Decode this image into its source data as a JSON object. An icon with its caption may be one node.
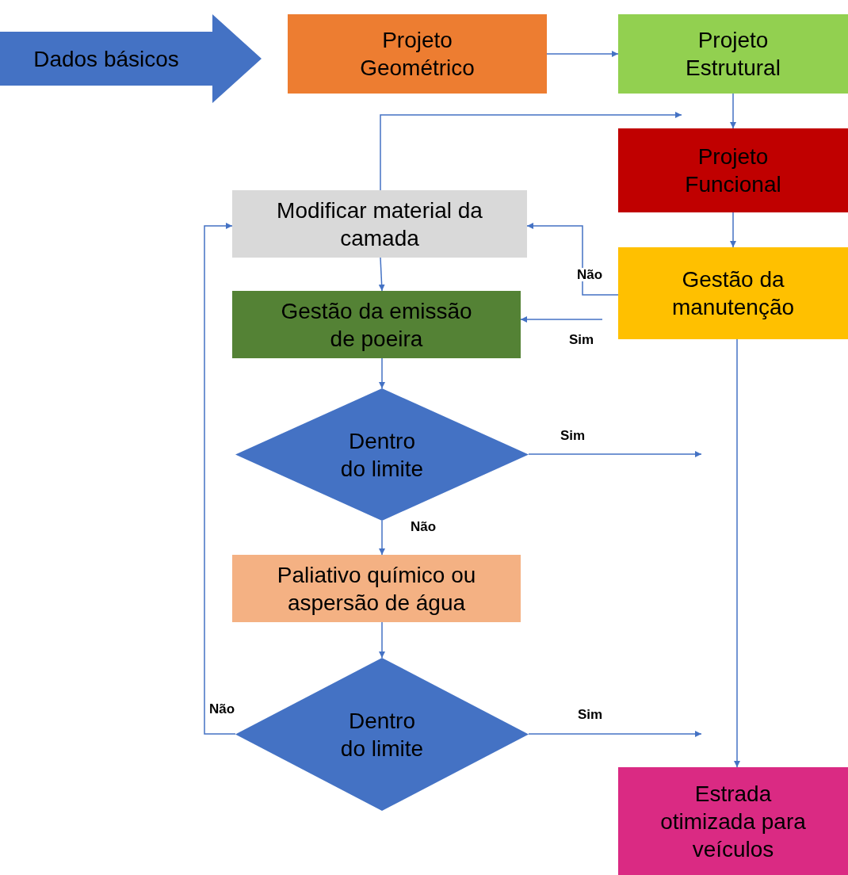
{
  "diagram": {
    "nodes": [
      {
        "text": [
          "Dados básicos"
        ]
      },
      {
        "text": [
          "Projeto Geométrico"
        ]
      },
      {
        "text": [
          "Projeto Estrutural"
        ]
      },
      {
        "text": [
          "Projeto Funcional"
        ]
      },
      {
        "text": [
          "Modificar material da camada"
        ]
      },
      {
        "text": [
          "Gestão da manutenção"
        ]
      },
      {
        "text": [
          "Gestão da emissão de poeira"
        ]
      },
      {
        "text": [
          "Dentro do limite"
        ]
      },
      {
        "text": [
          "Paliativo químico ou aspersão de água"
        ]
      },
      {
        "text": [
          "Dentro do limite"
        ]
      },
      {
        "text": [
          "Estrada otimizada para veículos"
        ]
      }
    ],
    "edges": [
      {
        "from": 1,
        "to": 2,
        "arrow": "to"
      },
      {
        "from": 2,
        "to": 3,
        "arrow": "to"
      },
      {
        "from": 4,
        "to": 3,
        "arrow": "to"
      },
      {
        "from": 3,
        "to": 5,
        "arrow": "to"
      },
      {
        "from": 5,
        "to": 4,
        "arrow": "to",
        "label": "Não"
      },
      {
        "from": null,
        "to": 6,
        "arrow": "to",
        "label": "Sim"
      },
      {
        "from": 4,
        "to": 6,
        "arrow": "to"
      },
      {
        "from": 6,
        "to": 7,
        "arrow": "to"
      },
      {
        "from": 7,
        "to": null,
        "arrow": "to",
        "label": "Sim"
      },
      {
        "from": 7,
        "to": 8,
        "arrow": "to",
        "label": "Não"
      },
      {
        "from": 8,
        "to": 9,
        "arrow": "to"
      },
      {
        "from": 9,
        "to": 4,
        "arrow": "to",
        "label": "Não"
      },
      {
        "from": 9,
        "to": null,
        "arrow": "to",
        "label": "Sim"
      },
      {
        "from": 5,
        "to": 10,
        "arrow": "to"
      }
    ]
  }
}
